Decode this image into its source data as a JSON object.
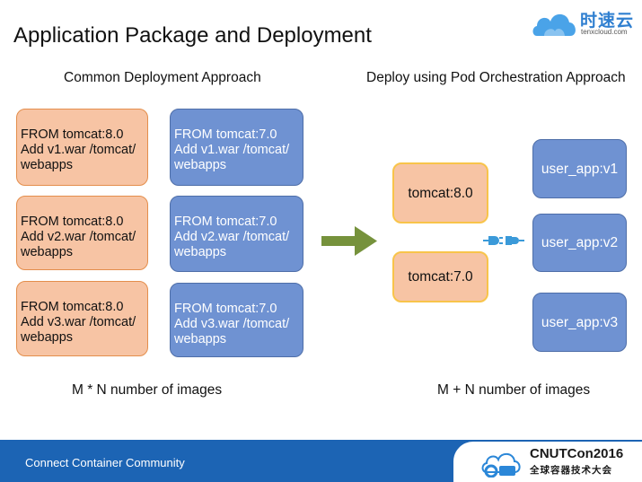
{
  "slide": {
    "title": "Application Package and Deployment",
    "logo": {
      "name_cn": "时速云",
      "url": "tenxcloud.com"
    }
  },
  "left": {
    "heading": "Common Deployment Approach",
    "orange_boxes": [
      {
        "lines": [
          "FROM tomcat:8.0",
          "Add v1.war /tomcat/",
          "webapps"
        ]
      },
      {
        "lines": [
          "FROM tomcat:8.0",
          "Add v2.war /tomcat/",
          "webapps"
        ]
      },
      {
        "lines": [
          "FROM tomcat:8.0",
          "Add v3.war /tomcat/",
          "webapps"
        ]
      }
    ],
    "blue_boxes": [
      {
        "lines": [
          "FROM tomcat:7.0",
          "Add v1.war /tomcat/",
          "webapps"
        ]
      },
      {
        "lines": [
          "FROM tomcat:7.0",
          "Add v2.war /tomcat/",
          "webapps"
        ]
      },
      {
        "lines": [
          "FROM tomcat:7.0",
          "Add v3.war /tomcat/",
          "webapps"
        ]
      }
    ],
    "caption": "M * N  number of images"
  },
  "right": {
    "heading": "Deploy using Pod Orchestration Approach",
    "base_boxes": [
      "tomcat:8.0",
      "tomcat:7.0"
    ],
    "app_boxes": [
      "user_app:v1",
      "user_app:v2",
      "user_app:v3"
    ],
    "caption": "M + N  number of images"
  },
  "icons": {
    "arrow": "arrow-right-icon",
    "plug": "plug-icon"
  },
  "colors": {
    "orange_fill": "#f7c4a4",
    "orange_border": "#e48e4c",
    "blue_fill": "#6f92d2",
    "yellow_border": "#f8c44a",
    "arrow": "#76923c",
    "footer": "#1c64b4"
  },
  "footer": {
    "text": "Connect Container Community",
    "badge_name": "CNUTCon2016",
    "badge_sub": "全球容器技术大会"
  }
}
